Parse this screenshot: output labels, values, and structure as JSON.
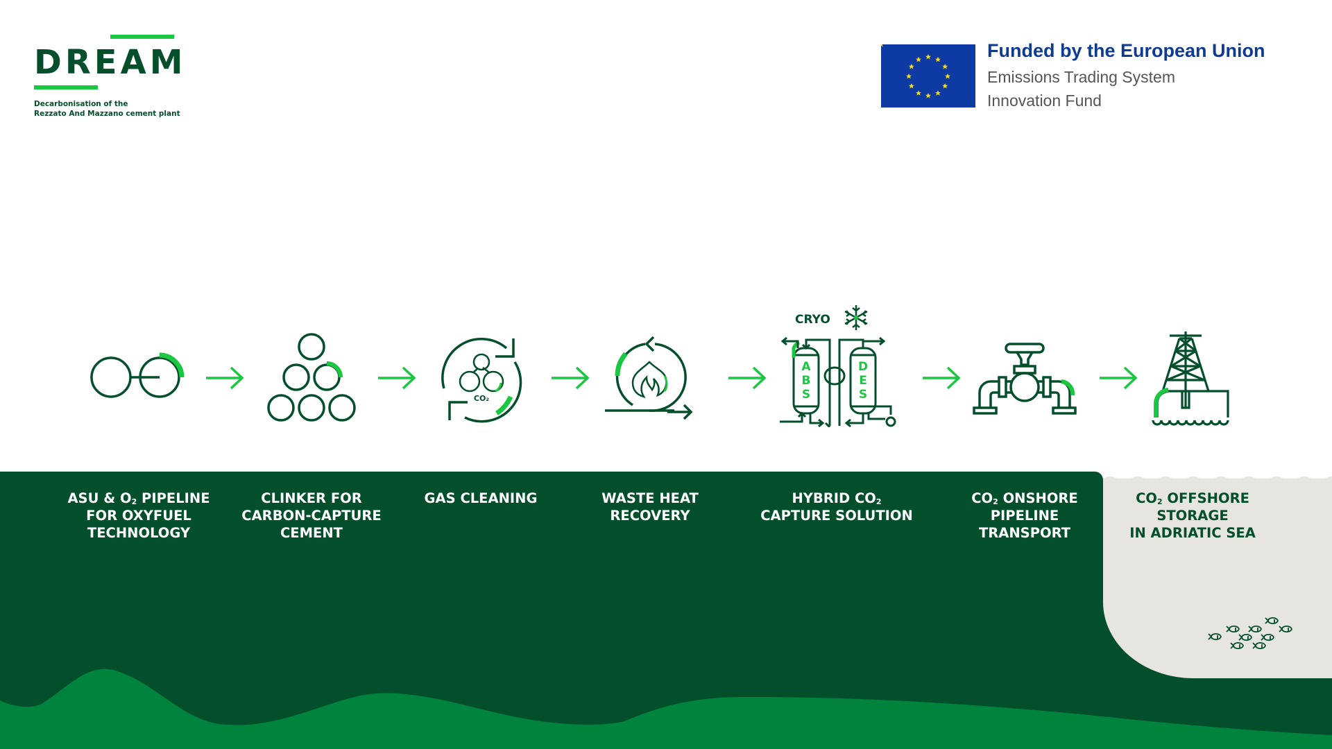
{
  "header": {
    "logo": {
      "wordmark": "DREAM",
      "tagline_line1": "Decarbonisation of the",
      "tagline_line2": "Rezzato And Mazzano cement plant"
    },
    "funding": {
      "title": "Funded by the European Union",
      "line2": "Emissions Trading System",
      "line3": "Innovation Fund",
      "flag_icon": "eu-flag-icon"
    }
  },
  "colors": {
    "dark_green": "#034f2c",
    "bright_green": "#1ac740",
    "mid_green": "#00843d",
    "sea_grey": "#e6e5e0",
    "eu_blue": "#0e3aa3",
    "eu_star": "#ffdd00",
    "eu_text_blue": "#0d3b94",
    "eu_text_grey": "#555555"
  },
  "process": {
    "steps": [
      {
        "icon": "asu-pipeline-icon",
        "label_pre": "ASU & O",
        "label_sub": "2",
        "label_post": " PIPELINE",
        "line2": "FOR OXYFUEL",
        "line3": "TECHNOLOGY"
      },
      {
        "icon": "clinker-icon",
        "line1": "CLINKER FOR",
        "line2": "CARBON-CAPTURE",
        "line3": "CEMENT"
      },
      {
        "icon": "gas-cleaning-icon",
        "line1": "GAS CLEANING",
        "icon_text": "CO₂"
      },
      {
        "icon": "waste-heat-recovery-icon",
        "line1": "WASTE HEAT",
        "line2": "RECOVERY"
      },
      {
        "icon": "hybrid-capture-icon",
        "label_pre": "HYBRID CO",
        "label_sub": "2",
        "line2": "CAPTURE SOLUTION",
        "icon_title": "CRYO",
        "column_a": [
          "A",
          "B",
          "S"
        ],
        "column_b": [
          "D",
          "E",
          "S"
        ]
      },
      {
        "icon": "valve-pipeline-icon",
        "label_pre": "CO",
        "label_sub": "2",
        "label_post": " ONSHORE",
        "line2": "PIPELINE",
        "line3": "TRANSPORT"
      },
      {
        "icon": "offshore-rig-icon",
        "label_pre": "CO",
        "label_sub": "2",
        "label_post": " OFFSHORE",
        "line2": "STORAGE",
        "line3": "IN ADRIATIC SEA"
      }
    ],
    "arrow_icon": "arrow-right-icon"
  },
  "decor": {
    "fish_icon": "fish-school-icon",
    "fish_count": 9
  }
}
